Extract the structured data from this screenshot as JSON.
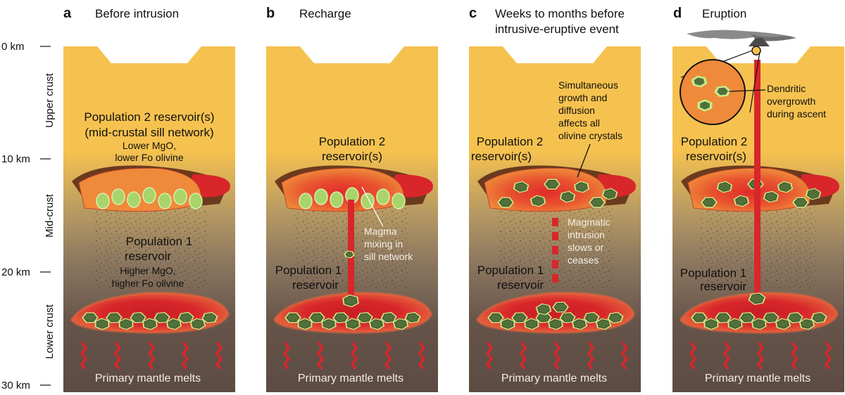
{
  "panels": [
    {
      "letter": "a",
      "title": [
        "Before intrusion"
      ]
    },
    {
      "letter": "b",
      "title": [
        "Recharge"
      ]
    },
    {
      "letter": "c",
      "title": [
        "Weeks to months before",
        "intrusive-eruptive event"
      ]
    },
    {
      "letter": "d",
      "title": [
        "Eruption"
      ]
    }
  ],
  "depth_labels": [
    "0 km",
    "10 km",
    "20 km",
    "30 km"
  ],
  "crust_zones": [
    "Upper crust",
    "Mid-crust",
    "Lower crust"
  ],
  "bottom_label": "Primary mantle melts",
  "panel_a": {
    "pop2": [
      "Population 2 reservoir(s)",
      "(mid-crustal sill network)"
    ],
    "pop2_detail": [
      "Lower MgO,",
      "lower Fo olivine"
    ],
    "pop1": [
      "Population 1",
      "reservoir"
    ],
    "pop1_detail": [
      "Higher MgO,",
      "higher Fo olivine"
    ]
  },
  "panel_b": {
    "pop2": [
      "Population 2",
      "reservoir(s)"
    ],
    "mixing": [
      "Magma",
      "mixing in",
      "sill network"
    ],
    "pop1": [
      "Population 1",
      "reservoir"
    ]
  },
  "panel_c": {
    "pop2": [
      "Population 2",
      "reservoir(s)"
    ],
    "growth": [
      "Simultaneous",
      "growth and",
      "diffusion",
      "affects all",
      "olivine crystals"
    ],
    "intrusion": [
      "Magmatic",
      "intrusion",
      "slows or",
      "ceases"
    ],
    "pop1": [
      "Population 1",
      "reservoir"
    ]
  },
  "panel_d": {
    "dendritic": [
      "Dendritic",
      "overgrowth",
      "during ascent"
    ],
    "pop2": [
      "Population 2",
      "reservoir(s)"
    ],
    "pop1": [
      "Population 1",
      "reservoir"
    ]
  },
  "colors": {
    "upper_crust": "#f6c24f",
    "lower_crust": "#5f4e44",
    "sill_orange": "#ef8a3a",
    "magma_red": "#d8262a",
    "olivine_light": "#a8d46a",
    "olivine_dark": "#52703a",
    "plume_gray": "#8a8a8a"
  }
}
